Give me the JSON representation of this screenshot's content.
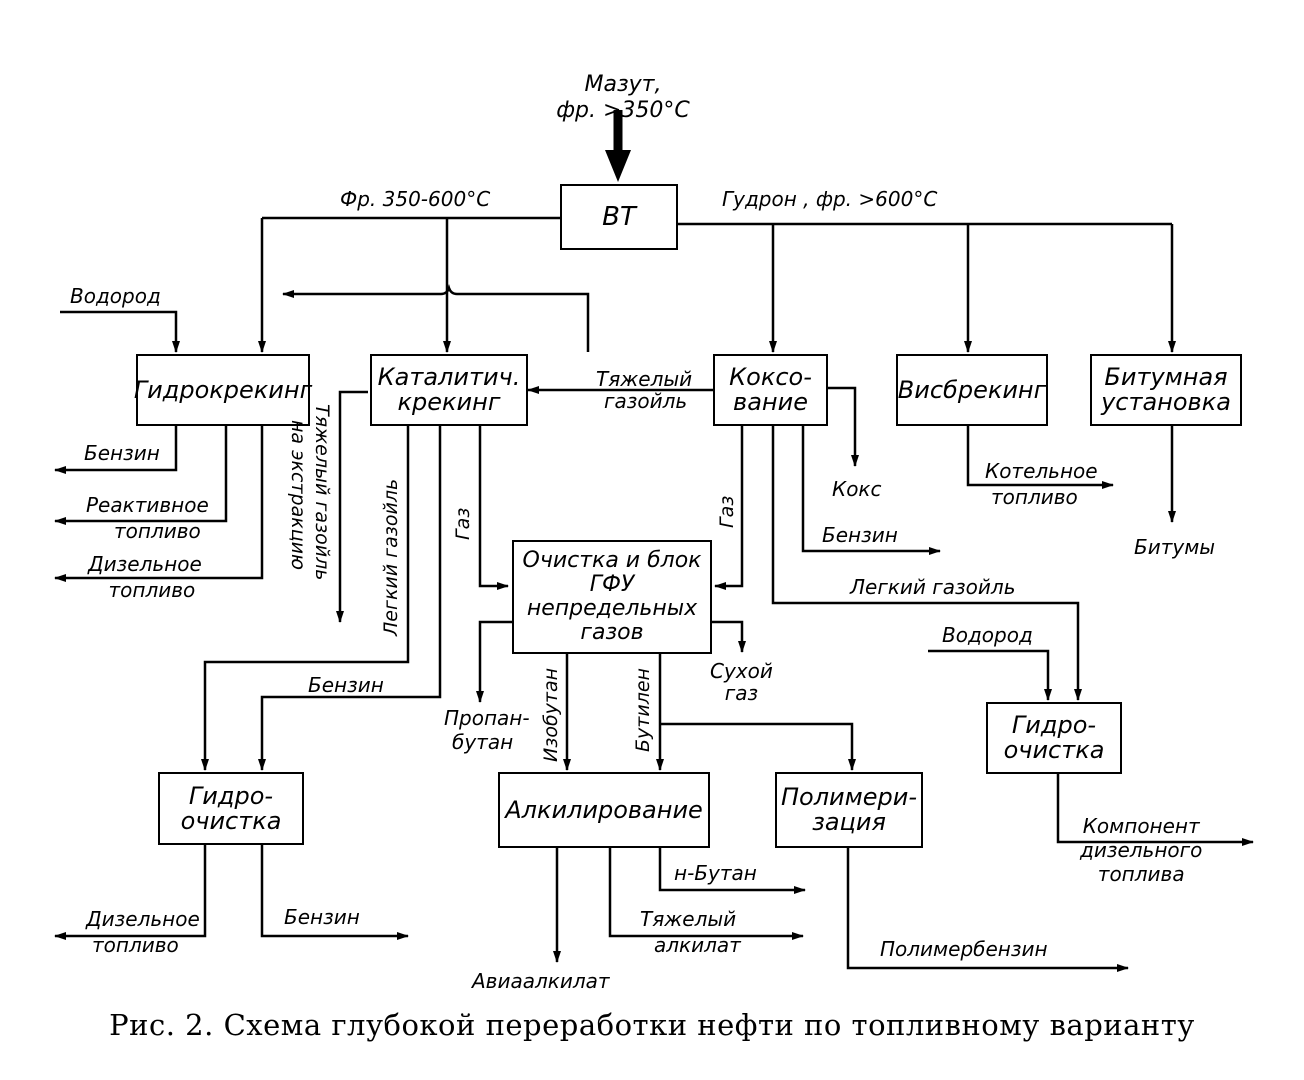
{
  "boxes": {
    "vt": [
      "ВТ"
    ],
    "hydrocracking": [
      "Гидрокрекинг"
    ],
    "catcracking": [
      "Каталитич.",
      "крекинг"
    ],
    "coking": [
      "Коксо-",
      "вание"
    ],
    "visbreaking": [
      "Висбрекинг"
    ],
    "bitumen": [
      "Битумная",
      "установка"
    ],
    "gfu": [
      "Очистка и блок",
      "ГФУ",
      "непредельных",
      "газов"
    ],
    "hydro_left": [
      "Гидро-",
      "очистка"
    ],
    "alkylation": [
      "Алкилирование"
    ],
    "polymerization": [
      "Полимери-",
      "зация"
    ],
    "hydro_right": [
      "Гидро-",
      "очистка"
    ]
  },
  "labels": {
    "mazut": [
      "Мазут,",
      "фр. >350°С"
    ],
    "fraction": "Фр. 350-600°С",
    "gudron": "Гудрон , фр. >600°С",
    "hydrogen_1": "Водород",
    "heavy_gasoil_1": [
      "Тяжелый",
      "газойль"
    ],
    "benzin_hc": "Бензин",
    "jet_fuel": [
      "Реактивное",
      "топливо"
    ],
    "diesel_hc": [
      "Дизельное",
      "топливо"
    ],
    "heavy_gasoil_extr": [
      "Тяжелый газойль",
      "на экстракцию"
    ],
    "light_gasoil_v": "Легкий газойль",
    "gas_cc": "Газ",
    "gas_coke": "Газ",
    "coke": "Кокс",
    "benzin_coke": "Бензин",
    "boiler_fuel": [
      "Котельное",
      "топливо"
    ],
    "bitumens": "Битумы",
    "light_gasoil": "Легкий газойль",
    "hydrogen_2": "Водород",
    "benzin_mid": "Бензин",
    "propane_butane": [
      "Пропан-",
      "бутан"
    ],
    "isobutane": "Изобутан",
    "butylene": "Бутилен",
    "dry_gas": [
      "Сухой",
      "газ"
    ],
    "diesel_bottom": [
      "Дизельное",
      "топливо"
    ],
    "benzin_bottom": "Бензин",
    "n_butane": "н-Бутан",
    "heavy_alkylate": [
      "Тяжелый",
      "алкилат"
    ],
    "aviaalkylate": "Авиаалкилат",
    "polymerbenzin": "Полимербензин",
    "diesel_component": [
      "Компонент",
      "дизельного",
      "топлива"
    ]
  },
  "caption": "Рис. 2. Схема глубокой переработки нефти по топливному варианту"
}
